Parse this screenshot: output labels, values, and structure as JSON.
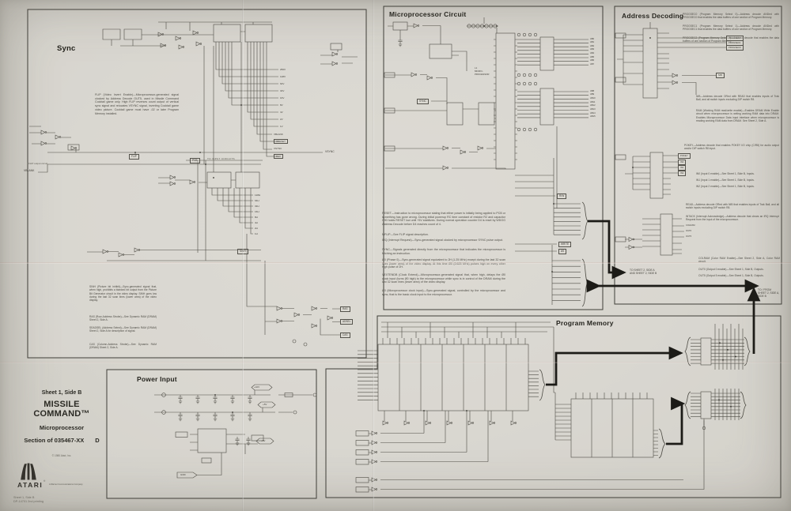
{
  "footer": {
    "line1": "Sheet 1, Side B",
    "line2": "DP-14701 2nd printing"
  },
  "title_block": {
    "sheet": "Sheet 1, Side B",
    "game": "MISSILE COMMAND™",
    "subtitle": "Microprocessor",
    "section": "Section of 035467-XX",
    "revision": "D",
    "copyright": "© 1980 Atari, Inc.",
    "brand": "ATARI",
    "brand_reg": "®",
    "brand_tagline": "A Warner Communications Company"
  },
  "sync": {
    "title": "Sync",
    "notes": {
      "flip": "FLIP (Video Invert Enable)—Microprocessor-generated signal clocked by Address Decode OUT5, used in Missile Command Cocktail game only. High FLIP reverses count output of vertical sync signal and relocates VSYNC signal, inverting Cocktail game video picture. Cocktail game must have -02 or later Program Memory installed.",
      "sinh": "SINH (Picture bit inhibit)—Sync-generated signal that, when high, prohibits a blanked bit output from the Picture Bit Generator circuit in the video display. SINH goes low during the last 32 scan lines (lower area) of the video display.",
      "ras": "RAS (Row-Address Strobe)—See Dynamic RAM (DRAM) Sheet 2, Side A.",
      "adsel": "SEADSEL (Address Select)—See Dynamic RAM (DRAM) Sheet 2, Side A for description of signal.",
      "cas": "CAS (Column-Address Strobe)—See Dynamic RAM (DRAM) Sheet 2, Side A."
    },
    "labels": {
      "vsync": "VSYNC",
      "vblank": "VBLANK",
      "flip_out": "FLIP output circuit",
      "to_inputs": "TO INPUT CIRCUITS",
      "pcb": "PCB",
      "flip_box": "FLIP",
      "sinh_box": "SINH",
      "ras_box": "RAS",
      "adsel_box": "ADSEL",
      "cas_box": "CAS",
      "stubs_top": [
        "256V",
        "128V",
        "64V",
        "32V",
        "16V",
        "8V",
        "4V",
        "2V",
        "1V"
      ],
      "boxed_top": [
        "VBLANK",
        "VRESET",
        "VSYNC",
        "FLIP"
      ],
      "stubs_mid": [
        "128H",
        "64H",
        "32H",
        "16H",
        "8H",
        "4H",
        "2H",
        "1H"
      ]
    }
  },
  "micro": {
    "title": "Microprocessor Circuit",
    "cpu_label": [
      "L1",
      "MICRO-",
      "PROCESSOR"
    ],
    "notes": {
      "reset": "RESET—Instruction to microprocessor stating that either power is initially being applied to PCB or something has gone wrong. During initial powerup RC time constant of resistor R2 and capacitor C90 holds RESET low until +5V stabilizes. During normal operation counter D4 is reset by WDOG Address Decode before D4 reaches count of 4.",
      "mflip": "MFLIP—See FLIP signal description.",
      "irq": "IRQ (Interrupt Request)—Sync-generated signal clocked by microprocessor SYNC pulse output.",
      "syncsig": "SYNC—Signals generated directly from the microprocessor that indicates the microprocessor is fetching an instruction.",
      "phase0": "Ø0 (Phase 0)—Sync-generated signal equivalent to 2H (1.25 MHz) except during the last 32 scan lines (lower area) of the video display. At this time Ø0 (0.625 MHz) pulses high on every other high pulse of 2H.",
      "vextend": "VEXTENDB (Clock Extend)—Microprocessor-generated signal that, when high, delays the Ø0 clock input (turns Ø0 high) to the microprocessor while sync is in control of the DRAM during the last 32 scan lines (lower area) of the video display.",
      "clk": "Ø0 (Microprocessor clock input)—Sync-generated signal, controlled by the microprocessor and sync, that is the basic clock input to the microprocessor."
    },
    "labels": {
      "addr_lo": [
        "AB0",
        "AB1",
        "AB2",
        "AB3",
        "AB4",
        "AB5",
        "AB6",
        "AB7"
      ],
      "addr_hi": [
        "AB8",
        "AB9",
        "AB10",
        "AB11",
        "AB12",
        "AB13",
        "AB14",
        "AB15"
      ],
      "sync_box": "SYNC",
      "rw_box": "R/W",
      "write_box": "WRITE",
      "phi2_box": "Ø2"
    }
  },
  "addr": {
    "title": "Address Decoding",
    "notes": {
      "progsec0": "PROGSEC0 (Program Memory Select 0)—Address decode ANDed with PROGSEC0 that enables the data buffers of one section of Program Memory.",
      "progsec1": "PROGSEC1 (Program Memory Select 1)—Address decode ANDed with PROGSEC1 that enables the data buffers of one section of Program Memory.",
      "progsec2": "PROGSEC2 (Program Memory Select 2)—Address decode that enables the data buffers of one section of Program Memory.",
      "nib": "NIB—Address decode ORed with READ that enables inputs of Trak Ball, and all switch inputs excluding DIP switch R8.",
      "ram": "RAM (Working RAM read/write enable)—Enables DRAM Write Enable circuit when microprocessor is writing working RAM data into DRAM. Enables Microprocessor Data input interface when microprocessor is reading working RAM data from DRAM. See Sheet 2, Side A.",
      "pokey": "POKEY—Address decode that enables POKEY I/O chip (C/R8) for audio output and/or DIP switch R8 input.",
      "in0": "IN0 (Input 0 enable)—See Sheet 1, Side B, Inputs.",
      "in1": "IN1 (Input 1 enable)—See Sheet 1, Side B, Inputs.",
      "in2": "IN2 (Input 2 enable)—See Sheet 1, Side B, Inputs.",
      "read": "READ—Address decode ORed with NIB that enables inputs of Trak Ball, and all switch inputs excluding DIP switch R8.",
      "intack": "INTACK (Interrupt Acknowledge)—Address decode that clears an IRQ Interrupt Request from the input of the microprocessor.",
      "colram": "COLRAM (Color RAM Enable)—See Sheet 2, Side A, Color RAM circuit.",
      "out0": "OUT0 (Output 0 enable)—See Sheet 1, Side B, Outputs.",
      "out5": "OUT5 (Output 5 enable)—See Sheet 1, Side B, Outputs."
    },
    "labels": {
      "progsec": [
        "PROGSEC2",
        "PROGSEC1",
        "PROGSEC0"
      ],
      "nib_box": "NIB",
      "pokey_box": "POKEY",
      "in_boxes": [
        "IN0",
        "IN1",
        "IN2"
      ],
      "dec3": [
        "COLRAM",
        "OUT0",
        "OUT5"
      ]
    }
  },
  "power": {
    "title": "Power Input",
    "labels": {
      "v10": "+10V",
      "v5a": "+5V",
      "v5b": "+5V",
      "gnd": "GND"
    }
  },
  "progmem": {
    "title": "Program Memory"
  },
  "buses": {
    "to_sheet2_l1": "TO SHEET 2, SIDE A",
    "to_sheet2_l2": "AND SHEET 2, SIDE B",
    "tofrom_l1": "TO / FROM",
    "tofrom_l2": "SHEET 2, SIDE A,",
    "tofrom_l3": "SIDE B"
  }
}
